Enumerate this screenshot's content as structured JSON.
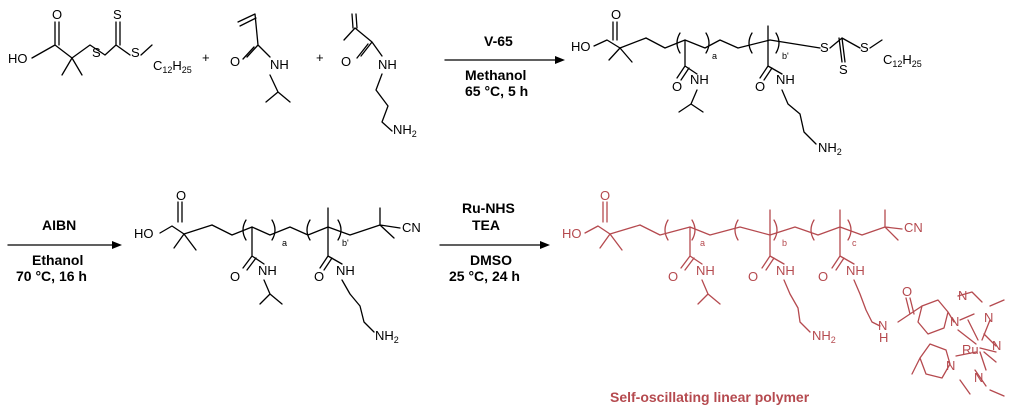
{
  "atoms": {
    "ho": "HO",
    "o": "O",
    "s": "S",
    "nh": "NH",
    "n": "N",
    "h": "H",
    "nh2": "NH",
    "two": "2",
    "c12h25_c": "C",
    "c12h25_12": "12",
    "c12h25_h": "H",
    "c12h25_25": "25",
    "cn": "CN",
    "ru": "Ru"
  },
  "subscripts": {
    "a": "a",
    "b": "b",
    "c": "c",
    "bprime": "b'"
  },
  "plus": "+",
  "step1": {
    "reagent": "V-65",
    "solvent": "Methanol",
    "conditions": "65 °C, 5 h"
  },
  "step2": {
    "reagent": "AIBN",
    "solvent": "Ethanol",
    "conditions": "70 °C, 16 h"
  },
  "step3": {
    "reagent1": "Ru-NHS",
    "reagent2": "TEA",
    "solvent": "DMSO",
    "conditions": "25 °C, 24 h"
  },
  "product_title": "Self-oscillating linear polymer",
  "colors": {
    "product": "#b54a4f",
    "ink": "#000000"
  }
}
